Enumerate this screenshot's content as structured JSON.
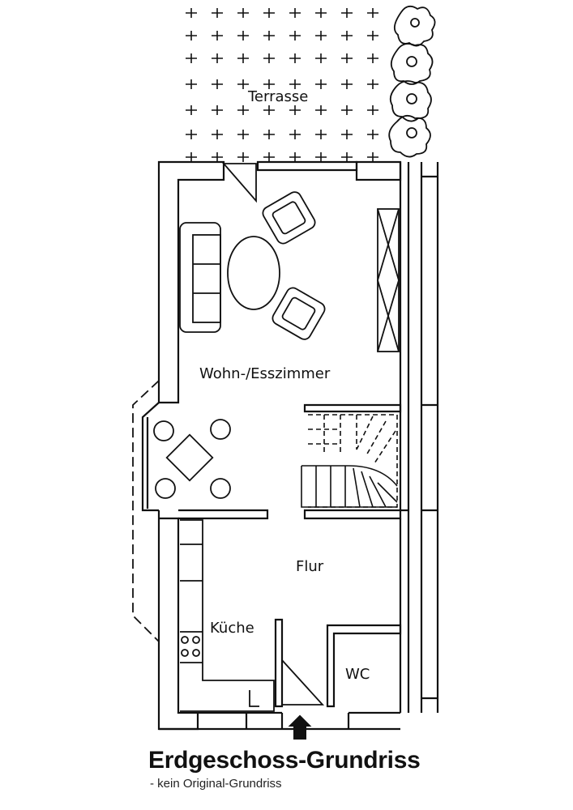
{
  "plan": {
    "rooms": {
      "terrasse": "Terrasse",
      "wohn": "Wohn-/Esszimmer",
      "flur": "Flur",
      "kueche": "Küche",
      "wc": "WC"
    },
    "caption": {
      "title": "Erdgeschoss-Grundriss",
      "subtitle": "- kein Original-Grundriss"
    }
  }
}
